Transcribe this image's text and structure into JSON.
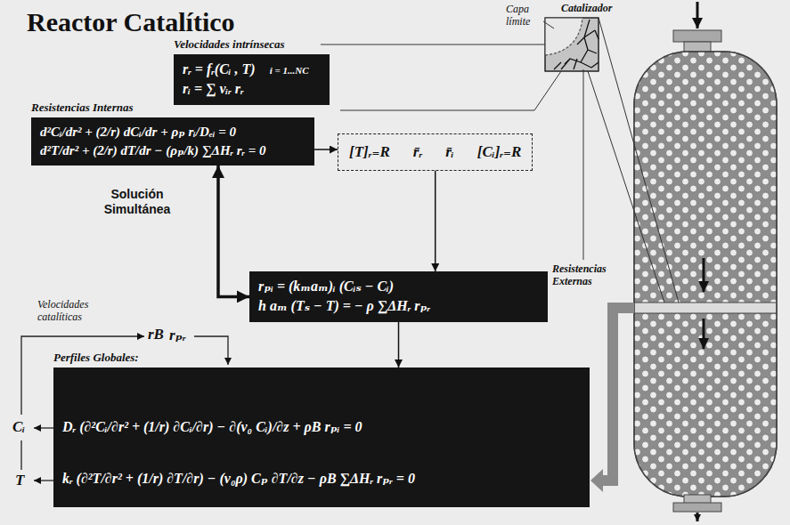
{
  "diagram": {
    "title": "Reactor Catalítico",
    "nodes": [
      {
        "text": [
          "Velocidades intrínsecas",
          "rᵣ = fᵣ(Cᵢ , T)",
          "i = 1...NC",
          "rᵢ = ∑ νᵢᵣ rᵣ"
        ]
      },
      {
        "text": [
          "Resistencias Internas",
          "d²Cᵢ/dr² + (2/r) dCᵢ/dr + ρₚ rᵢ/Dₑᵢ = 0",
          "d²T/dr² + (2/r) dT/dr − (ρₚ/k) ∑ΔHᵣ rᵣ = 0"
        ]
      },
      {
        "text": [
          "[T]ᵣ₌R",
          "r̄ᵣ",
          "r̄ᵢ",
          "[Cᵢ]ᵣ₌R"
        ]
      },
      {
        "text": [
          "rₚᵢ = (kₘaₘ)ᵢ (Cᵢₛ − Cᵢ)",
          "h aₘ (Tₛ − T) = − ρ ∑ΔHᵣ rₚᵣ"
        ]
      },
      {
        "text": [
          "Perfiles Globales:",
          "Dᵣ (∂²Cᵢ/∂r² + (1/r) ∂Cᵢ/∂r) − ∂(v₀ Cᵢ)/∂z + ρB rₚᵢ = 0",
          "kᵣ (∂²T/∂r² + (1/r) ∂T/∂r) − (v₀ρ) Cₚ ∂T/∂z − ρB ∑ΔHᵣ rₚᵣ = 0"
        ]
      }
    ],
    "edges": [
      {
        "from": 1,
        "to": 2,
        "arrow": "to"
      },
      {
        "from": 2,
        "to": 3,
        "arrow": "to"
      },
      {
        "from": 1,
        "to": 3,
        "arrow": "both"
      },
      {
        "from": 3,
        "to": 4,
        "arrow": "to"
      }
    ],
    "labels": [
      "Capa límite",
      "Catalizador",
      "Resistencias Externas",
      "Solución Simultánea",
      "Velocidades catalíticas",
      "rB",
      "rₚᵣ",
      "Cᵢ",
      "T"
    ]
  }
}
